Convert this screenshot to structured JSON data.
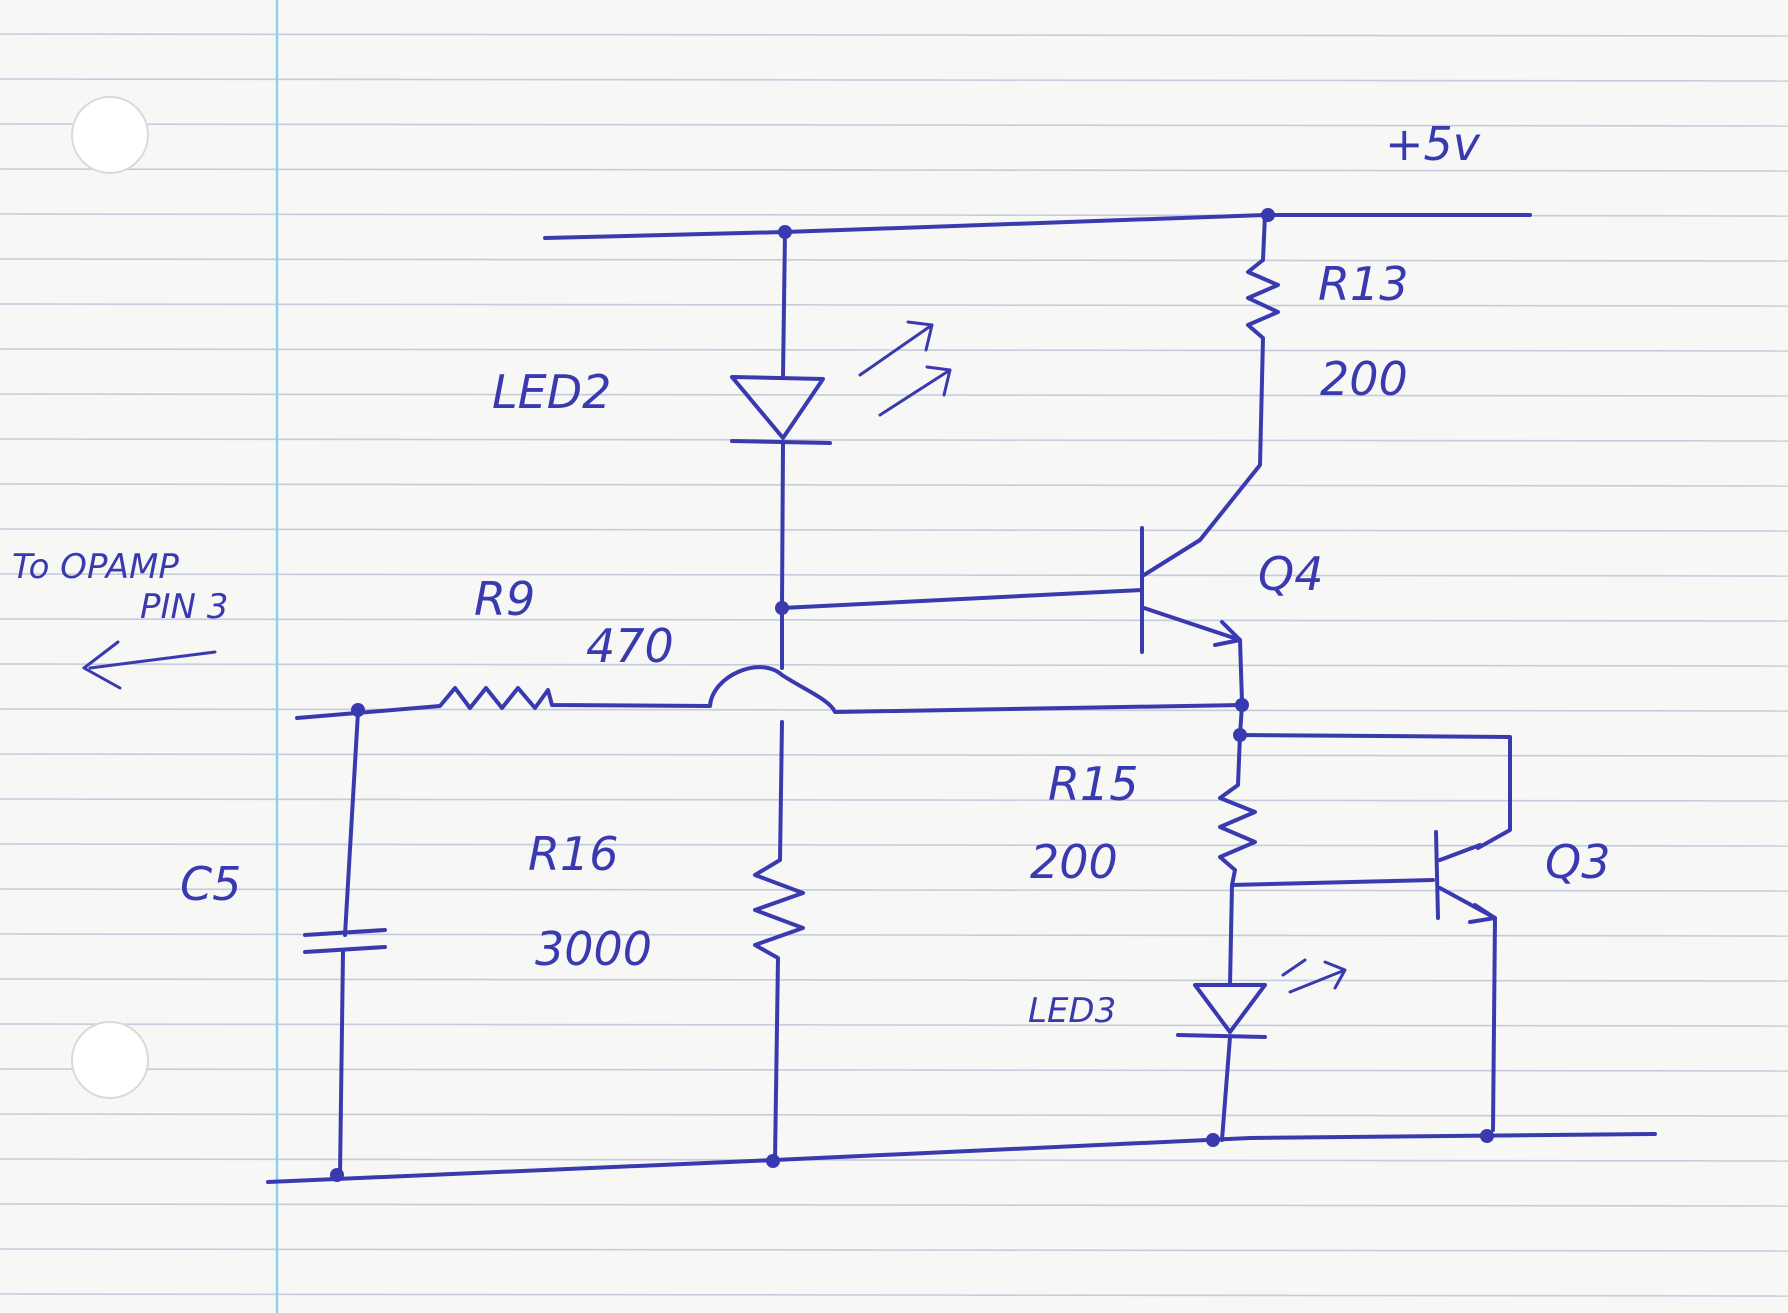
{
  "labels": {
    "supply": "+5v",
    "r13_name": "R13",
    "r13_value": "200",
    "led2": "LED2",
    "q4": "Q4",
    "to_opamp_line1": "To OPAMP",
    "to_opamp_line2": "PIN 3",
    "r9_name": "R9",
    "r9_value": "470",
    "r15_name": "R15",
    "r15_value": "200",
    "c5": "C5",
    "r16_name": "R16",
    "r16_value": "3000",
    "q3": "Q3",
    "led3": "LED3"
  },
  "colors": {
    "ink": "#3a3ab0",
    "paper": "#f7f7f5",
    "ruled_lines": "#c4ccdc",
    "margin_line": "#8fd0ec"
  }
}
